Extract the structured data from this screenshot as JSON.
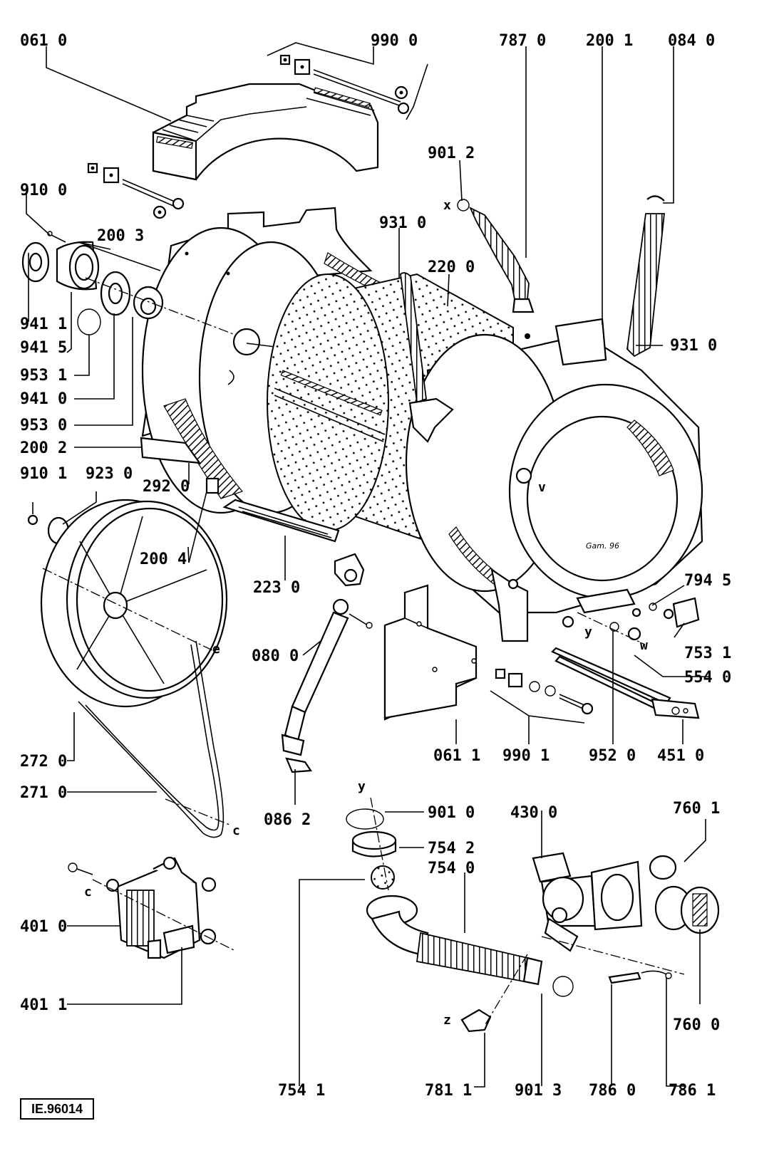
{
  "document_id": "IE.96014",
  "drawing_signature": "Gam. 96",
  "part_labels": {
    "p0610": "061 0",
    "p9900": "990 0",
    "p7870": "787 0",
    "p2001": "200 1",
    "p0840": "084 0",
    "p9012": "901 2",
    "p9100": "910 0",
    "p2003": "200 3",
    "p9310a": "931 0",
    "p2200": "220 0",
    "p9411": "941 1",
    "p9415": "941 5",
    "p9531": "953 1",
    "p9410": "941 0",
    "p9530": "953 0",
    "p2002": "200 2",
    "p9310b": "931 0",
    "p9101": "910 1",
    "p9230": "923 0",
    "p2920": "292 0",
    "p2004": "200 4",
    "p2230": "223 0",
    "p7945": "794 5",
    "p7531": "753 1",
    "p5540": "554 0",
    "p0800": "080 0",
    "p2720": "272 0",
    "p0611": "061 1",
    "p9901": "990 1",
    "p9520": "952 0",
    "p4510": "451 0",
    "p2710": "271 0",
    "p0862": "086 2",
    "p9010": "901 0",
    "p4300": "430 0",
    "p7601": "760 1",
    "p7542": "754 2",
    "p7540": "754 0",
    "p4010": "401 0",
    "p4011": "401 1",
    "p7600": "760 0",
    "p7541": "754 1",
    "p7811": "781 1",
    "p9013": "901 3",
    "p7860": "786 0",
    "p7861": "786 1"
  },
  "connection_letters": {
    "x": "x",
    "v": "v",
    "y_top": "y",
    "w": "w",
    "e": "e",
    "c_belt": "c",
    "c_motor": "c",
    "y_bottom": "y",
    "z": "z"
  }
}
